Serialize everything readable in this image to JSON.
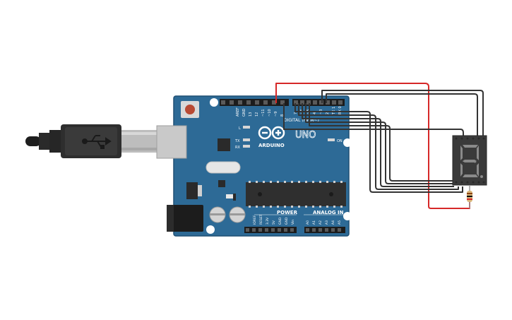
{
  "board": {
    "brand": "ARDUINO",
    "model": "UNO",
    "header_top_labels": [
      "AREF",
      "GND",
      "13",
      "12",
      "~11",
      "~10",
      "~9",
      "8"
    ],
    "header_top_labels_right": [
      "7",
      "~6",
      "~5",
      "4",
      "~3",
      "2",
      "TX 1",
      "RX 0"
    ],
    "digital_label": "DIGITAL (PWM~)",
    "led_labels": {
      "l": "L",
      "tx": "TX",
      "rx": "RX",
      "on": "ON"
    },
    "power_label": "POWER",
    "analog_label": "ANALOG IN",
    "power_pins": [
      "IOREF",
      "RESET",
      "3.3V",
      "5V",
      "GND",
      "GND",
      "Vin"
    ],
    "analog_pins": [
      "A0",
      "A1",
      "A2",
      "A3",
      "A4",
      "A5"
    ]
  },
  "display": {
    "digit": "8."
  },
  "colors": {
    "board": "#2d6a96",
    "board_edge": "#1f4f74",
    "wire_black": "#333333",
    "wire_red": "#d62828",
    "display_body": "#3a3a3a",
    "segment_off": "#8a8a8a",
    "usb_cable": "#2b2b2b"
  },
  "icons": [
    "usb-icon",
    "arduino-logo-icon"
  ]
}
